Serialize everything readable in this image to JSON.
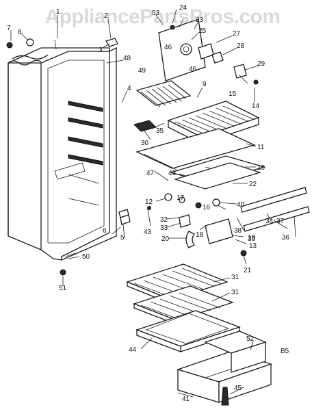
{
  "watermark": "AppliancePartsPros.com",
  "diagram_code": "B5",
  "labels": [
    "1",
    "2",
    "3",
    "4",
    "5",
    "6",
    "7",
    "8",
    "9",
    "10",
    "11",
    "12",
    "13",
    "14",
    "15",
    "16",
    "17",
    "18",
    "19",
    "20",
    "21",
    "22",
    "23",
    "24",
    "25",
    "27",
    "28",
    "29",
    "30",
    "31",
    "31",
    "32",
    "33",
    "34",
    "35",
    "36",
    "37",
    "38",
    "39",
    "40",
    "41",
    "42",
    "43",
    "44",
    "45",
    "46",
    "46",
    "47",
    "48",
    "49",
    "50",
    "51",
    "52",
    "53"
  ]
}
